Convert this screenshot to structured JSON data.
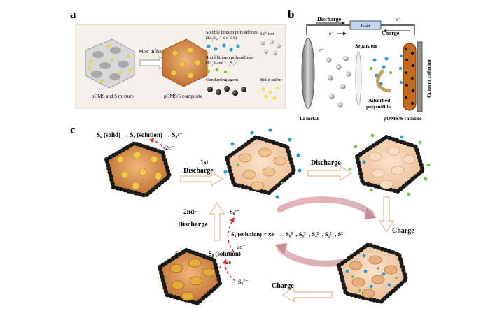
{
  "panel_a": {
    "letter": "a",
    "process_label": "Melt-diffusion",
    "left_caption": "pOMS and S mixture",
    "right_caption": "pOMS/S composite",
    "legend": {
      "soluble": "Soluble lithium polysulfides",
      "soluble_formula": "(Li₂Sₓ, 4 ≤ x ≤ 8)",
      "li_ion": "Li⁺ ion",
      "solid_lps": "Solid lithium polysulfides",
      "solid_lps_formula": "(Li₂S and Li₂S₂)",
      "conducting": "Conducting agent",
      "solid_sulfur": "Solid sulfur"
    }
  },
  "panel_b": {
    "letter": "b",
    "discharge": "Discharge",
    "load": "Load",
    "charge": "Charge",
    "e_left": "e⁻",
    "e_right": "e⁻",
    "e_mid": "e⁻",
    "separator": "Separator",
    "li_metal": "Li metal",
    "adsorbed": "Adsorbed",
    "polysulfide": "polysulfide",
    "cathode": "pOMS/S cathode",
    "current_collector": "Current collector"
  },
  "panel_c": {
    "letter": "c",
    "reaction_top": "S₈ (solid) → S₈ (solution) → S₈²⁻",
    "two_e_top": "2e⁻",
    "first": "1st",
    "discharge_1": "Discharge",
    "discharge_2": "Discharge",
    "charge_right": "Charge",
    "second": "2nd~",
    "discharge_left": "Discharge",
    "s8_mid": "S₈²⁻",
    "two_e_mid": "2e⁻",
    "reaction_center": "S₈ (solution) + xe⁻ ↔ S₈²⁻, S₆²⁻, S₄²⁻, S₂²⁻, S²⁻",
    "reaction_bottom": "S₈ (solid) ← S₈ (solution)",
    "two_e_bottom": "2e⁻",
    "s8_bottom": "S₈²⁻",
    "charge_bottom": "Charge"
  },
  "colors": {
    "carbon": "#1a1a1a",
    "composite": "#d8894a",
    "sulfur": "#e6c23a",
    "polysulfide": "#2a9fd6",
    "solid_lps": "#7cc144",
    "arrow_outline": "#e8c7a4",
    "cycle_arrow": "#c98a94",
    "red_arrow": "#d62b2b"
  }
}
